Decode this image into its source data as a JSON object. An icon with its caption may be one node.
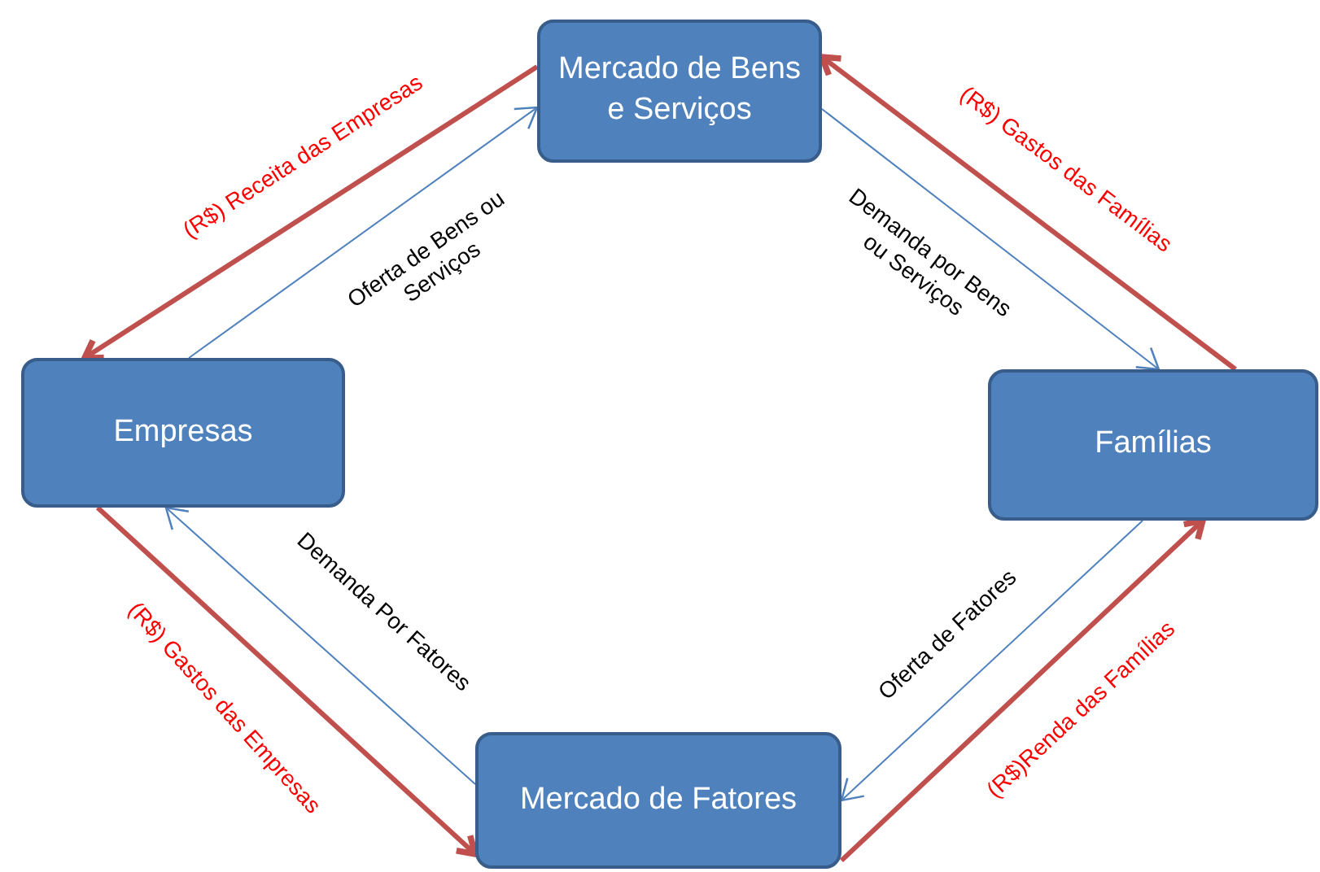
{
  "diagram": {
    "nodes": [
      {
        "text": [
          "Mercado de Bens e Serviços"
        ]
      },
      {
        "text": [
          "Empresas"
        ]
      },
      {
        "text": [
          "Famílias"
        ]
      },
      {
        "text": [
          "Mercado de Fatores"
        ]
      }
    ],
    "edges": [
      {
        "from": 0,
        "to": 1,
        "arrow": "to",
        "label": "(R$) Receita das Empresas",
        "style": "thick",
        "color": "#c0504d"
      },
      {
        "from": 1,
        "to": 0,
        "arrow": "to",
        "label": "Oferta de Bens ou Serviços",
        "color": "#4f81bd"
      },
      {
        "from": 2,
        "to": 0,
        "arrow": "to",
        "label": "(R$) Gastos das Famílias",
        "style": "thick",
        "color": "#c0504d"
      },
      {
        "from": 0,
        "to": 2,
        "arrow": "to",
        "label": "Demanda por Bens ou Serviços",
        "color": "#4f81bd"
      },
      {
        "from": 3,
        "to": 1,
        "arrow": "to",
        "label": "Demanda Por Fatores",
        "color": "#4f81bd"
      },
      {
        "from": 1,
        "to": 3,
        "arrow": "to",
        "label": "(R$) Gastos das Empresas",
        "style": "thick",
        "color": "#c0504d"
      },
      {
        "from": 2,
        "to": 3,
        "arrow": "to",
        "label": "Oferta de Fatores",
        "color": "#4f81bd"
      },
      {
        "from": 3,
        "to": 2,
        "arrow": "to",
        "label": "(R$)Renda das Famílias",
        "style": "thick",
        "color": "#c0504d"
      }
    ]
  }
}
